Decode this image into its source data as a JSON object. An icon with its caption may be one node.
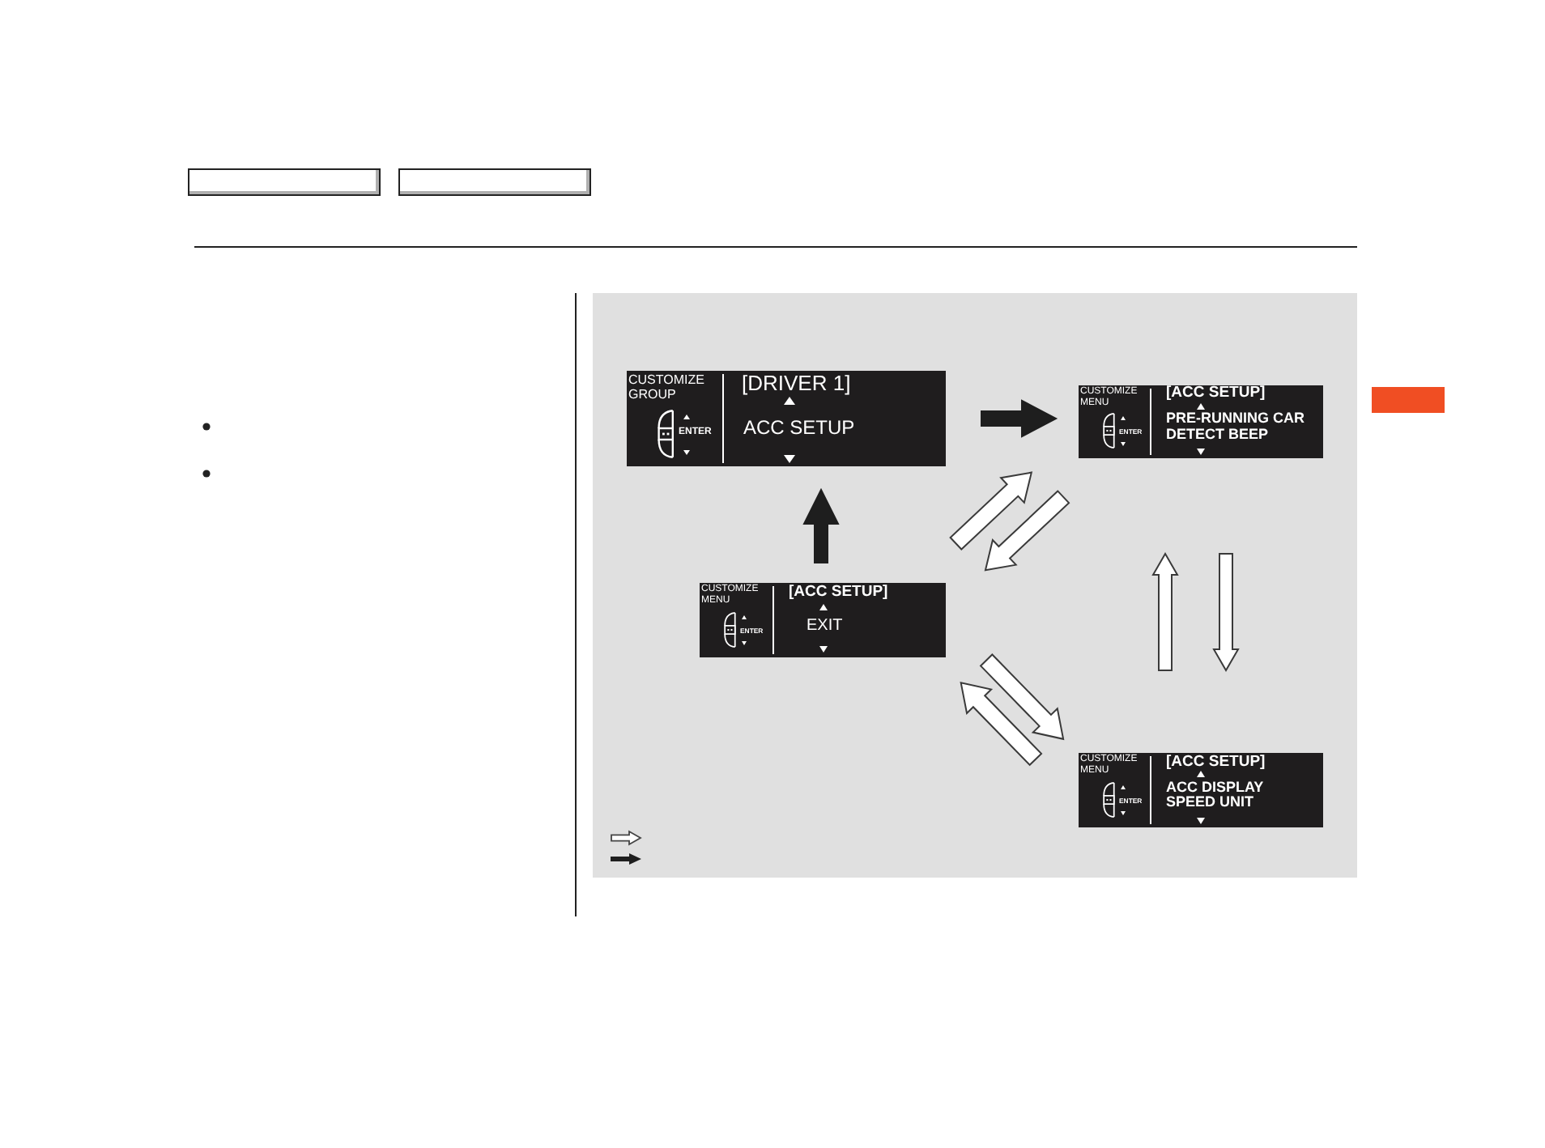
{
  "diagram": {
    "nodes": [
      {
        "text": [],
        "shape": "box"
      },
      {
        "text": [],
        "shape": "box"
      },
      {
        "text": [
          "CUSTOMIZE GROUP",
          "ENTER",
          "[DRIVER 1]",
          "ACC SETUP"
        ]
      },
      {
        "text": [
          "CUSTOMIZE MENU",
          "ENTER",
          "[ACC SETUP]",
          "PRE-RUNNING CAR DETECT BEEP"
        ]
      },
      {
        "text": [
          "CUSTOMIZE MENU",
          "ENTER",
          "[ACC SETUP]",
          "EXIT"
        ]
      },
      {
        "text": [
          "CUSTOMIZE MENU",
          "ENTER",
          "[ACC SETUP]",
          "ACC DISPLAY SPEED UNIT"
        ]
      }
    ],
    "edges": [
      {
        "from": 2,
        "to": 3,
        "arrow": "to",
        "color": "#1e1e1e"
      },
      {
        "from": 4,
        "to": 2,
        "arrow": "to",
        "color": "#1e1e1e"
      },
      {
        "from": 4,
        "to": 3,
        "arrow": "to"
      },
      {
        "from": 3,
        "to": 4,
        "arrow": "to"
      },
      {
        "from": 3,
        "to": 5,
        "arrow": "to"
      },
      {
        "from": 5,
        "to": 3,
        "arrow": "to"
      },
      {
        "from": 4,
        "to": 5,
        "arrow": "to"
      },
      {
        "from": 5,
        "to": 4,
        "arrow": "to"
      }
    ]
  }
}
